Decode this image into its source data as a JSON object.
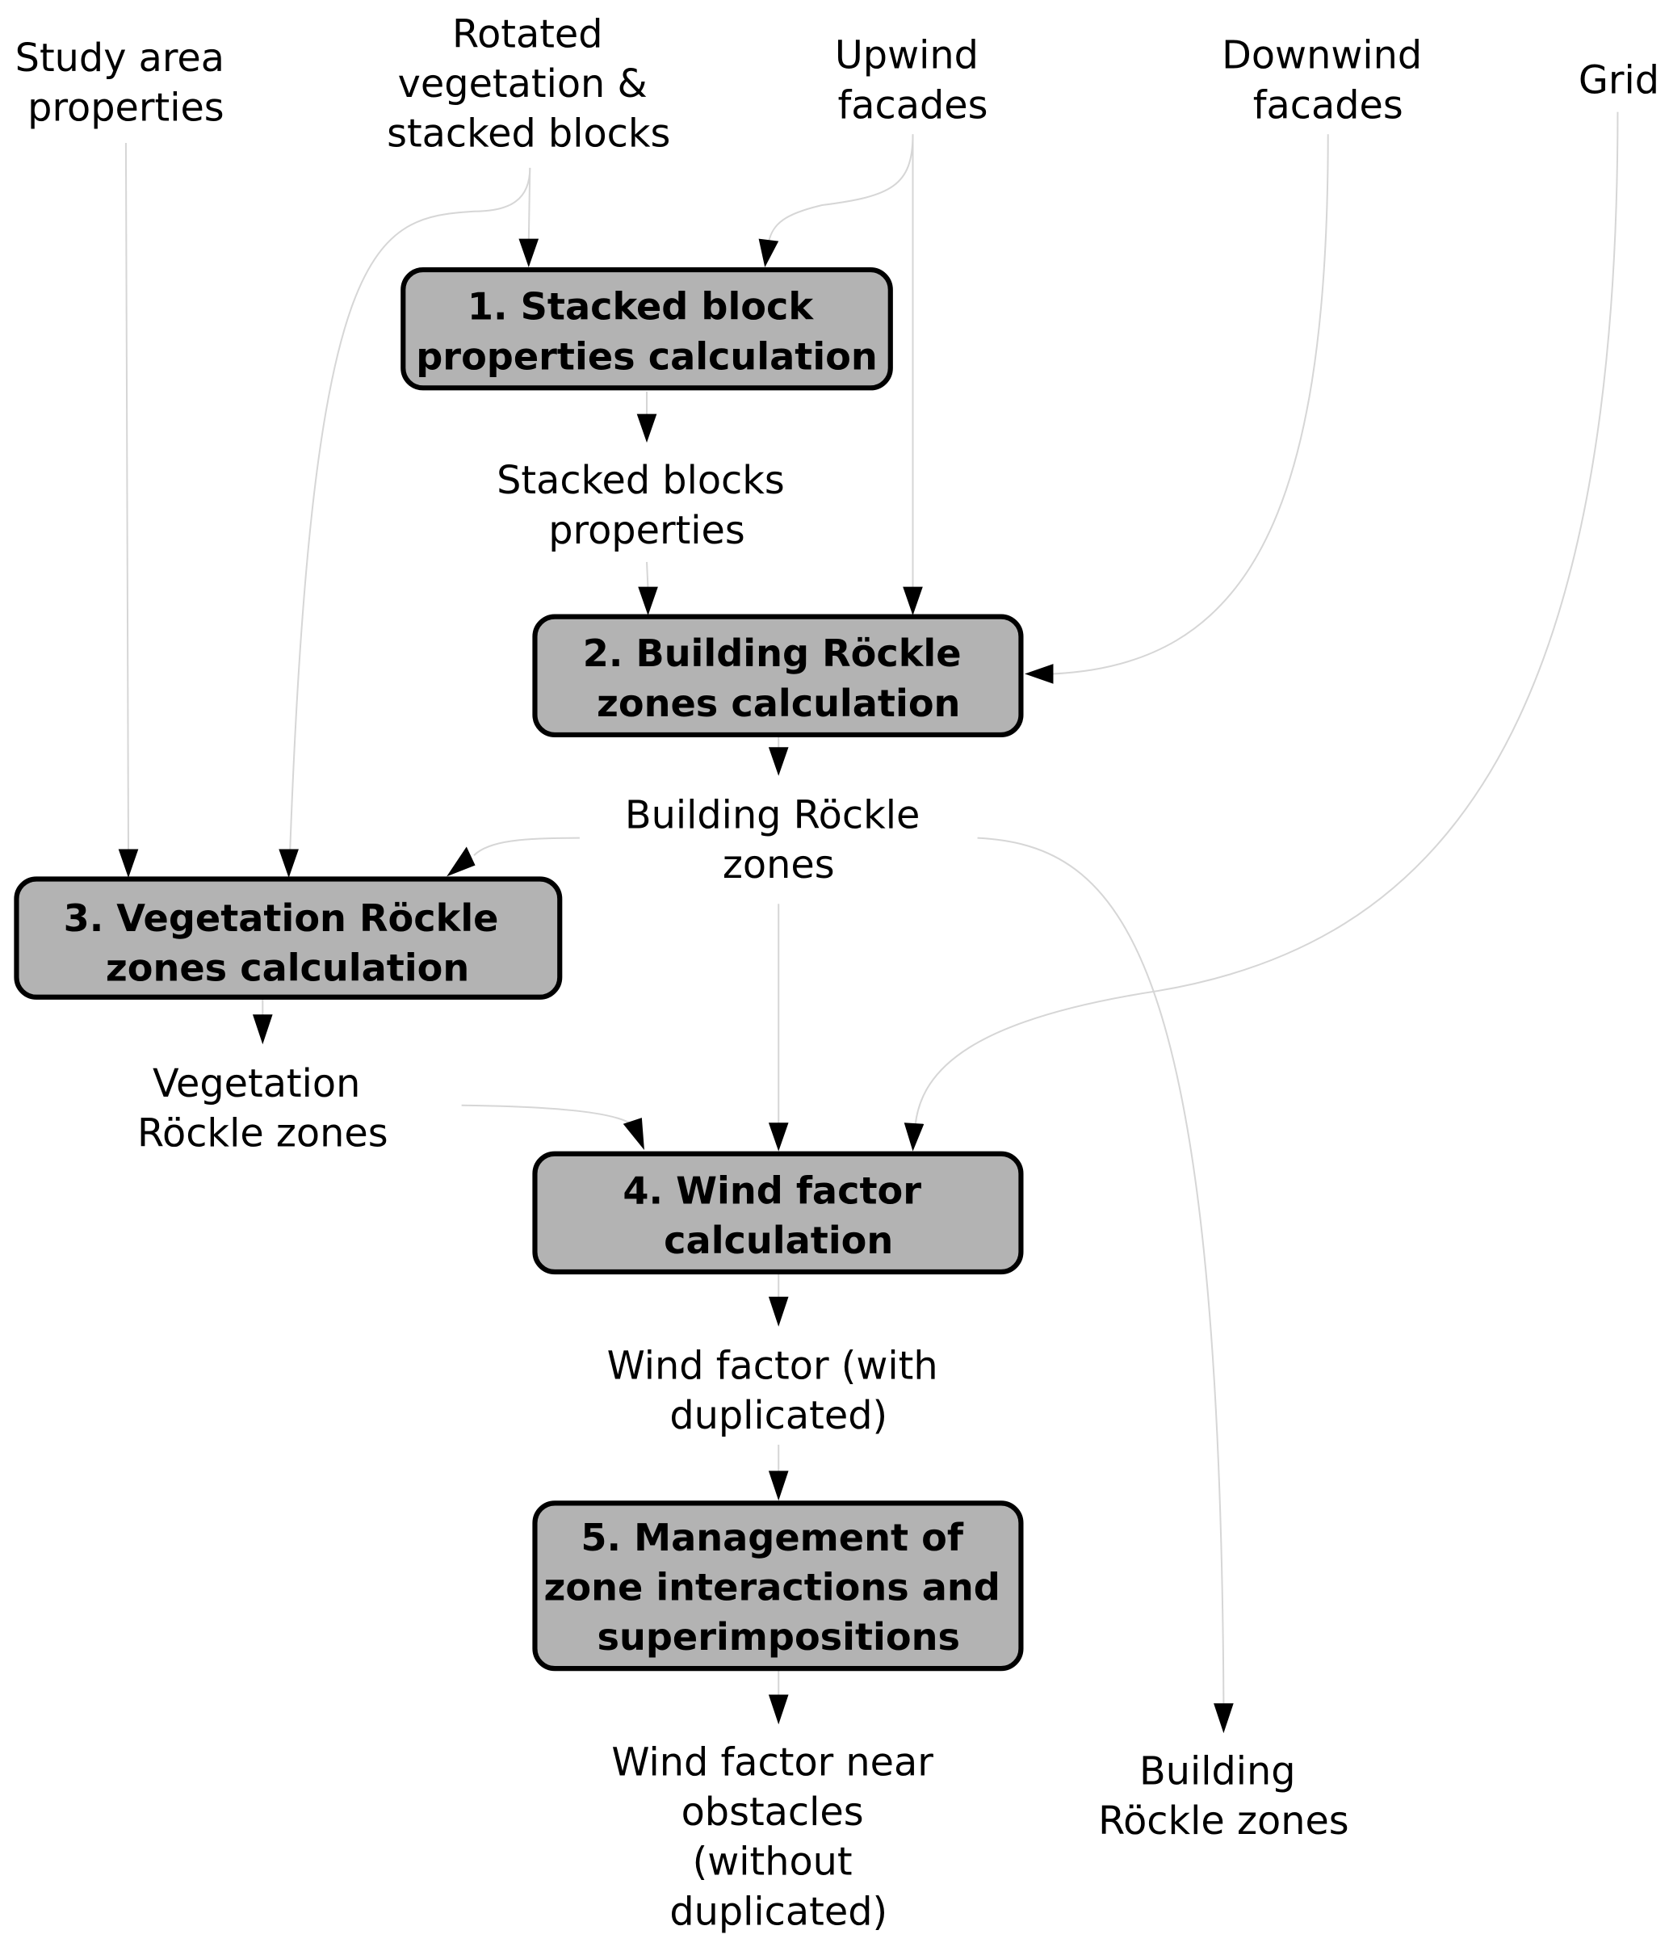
{
  "diagram": {
    "inputs": {
      "study_area": [
        "Study area",
        "properties"
      ],
      "rotated_veg": [
        "Rotated",
        "vegetation &",
        "stacked blocks"
      ],
      "upwind": [
        "Upwind",
        "facades"
      ],
      "downwind": [
        "Downwind",
        "facades"
      ],
      "grid": [
        "Grid"
      ]
    },
    "processes": {
      "p1": [
        "1. Stacked block",
        "properties calculation"
      ],
      "p2": [
        "2. Building Röckle",
        "zones calculation"
      ],
      "p3": [
        "3. Vegetation Röckle",
        "zones calculation"
      ],
      "p4": [
        "4. Wind factor",
        "calculation"
      ],
      "p5": [
        "5. Management of",
        "zone interactions and",
        "superimpositions"
      ]
    },
    "intermediates": {
      "stacked_props": [
        "Stacked blocks",
        "properties"
      ],
      "building_zones": [
        "Building Röckle",
        "zones"
      ],
      "veg_zones": [
        "Vegetation",
        "Röckle zones"
      ],
      "wind_dup": [
        "Wind factor (with",
        "duplicated)"
      ]
    },
    "outputs": {
      "wind_final": [
        "Wind factor near",
        "obstacles",
        "(without",
        "duplicated)"
      ],
      "building_zones_out": [
        "Building",
        "Röckle zones"
      ]
    },
    "colors": {
      "process_fill": "#b3b3b3",
      "process_stroke": "#000000",
      "edge": "#d6d6d6"
    }
  }
}
